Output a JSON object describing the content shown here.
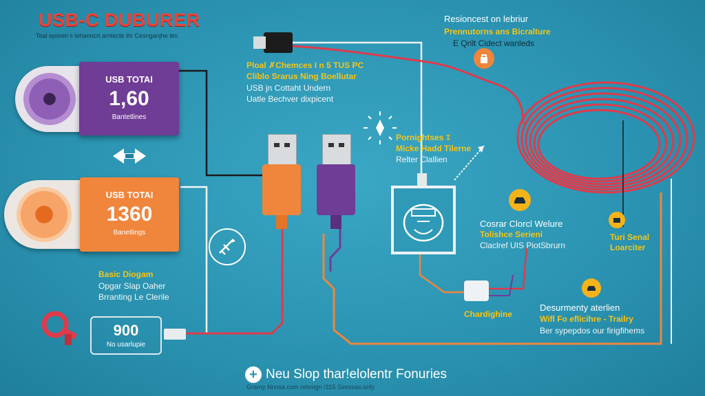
{
  "header": {
    "title": "USB-C DUBURER",
    "subtitle": "Teal eporeri s lehanncrt arntecte lhr Cesnganjhe tes"
  },
  "cards": {
    "purple": {
      "label": "USB TOTAI",
      "value": "1,60",
      "sub": "Bantetlines"
    },
    "orange": {
      "label": "USB TOTAI",
      "value": "1360",
      "sub": "Banetlings"
    }
  },
  "basic": {
    "title": "Basic Diogam",
    "line1": "Opgar Slap Oaher",
    "line2": "Brranting Le Clerile"
  },
  "counter": {
    "value": "900",
    "sub": "No usarlupie"
  },
  "center_top": {
    "title1": "Ploal ✗Chemces I n 5 TUS PC",
    "title2": "Cliblo Srarus Ning Boellutar",
    "line1": "USB jn Cottaht Undern",
    "line2": "Uatle Bechver dixpicent"
  },
  "top_right": {
    "title": "Resioncest on lebriur",
    "subtitle": "Prennutorns ans Bicralture",
    "line": "E Qrilt Cidect wanleds"
  },
  "mid_center": {
    "title1": "Pornightses ‡",
    "title2": "Micke Hadd Tilerne",
    "line": "Relter Clallien"
  },
  "right_mid": {
    "title": "Cosrar Clorcl Welure",
    "subtitle": "Tolishce Serieni",
    "line": "Claclref UIS PiotSbrurn"
  },
  "right_side": {
    "line1": "Turi Senal",
    "line2": "Loarciter"
  },
  "changing": {
    "label": "Chardighine"
  },
  "bottom_right": {
    "title": "Desurmenty aterlien",
    "subtitle": "Wifl Fo eflicihre - Trailry",
    "line": "Ber sypepdos our firigfihems"
  },
  "footer": {
    "main": "Neu Slop thar!elolentr Fonuries",
    "sub": "Grarny Nnnsa.com relsnign /315 Siressas.orify"
  },
  "icons": [
    "bidirectional-arrow-icon",
    "satellite-dish-icon",
    "clamp-icon",
    "sparkle-icon",
    "monitor-icon",
    "lock-badge-icon",
    "car-badge-icon",
    "battery-badge-icon",
    "plus-icon"
  ],
  "colors": {
    "background": "#2f9ab8",
    "title": "#e8453a",
    "purple": "#6f3c96",
    "orange": "#f0853c",
    "accent_yellow": "#f5c518",
    "red_cable": "#e03a4a"
  }
}
